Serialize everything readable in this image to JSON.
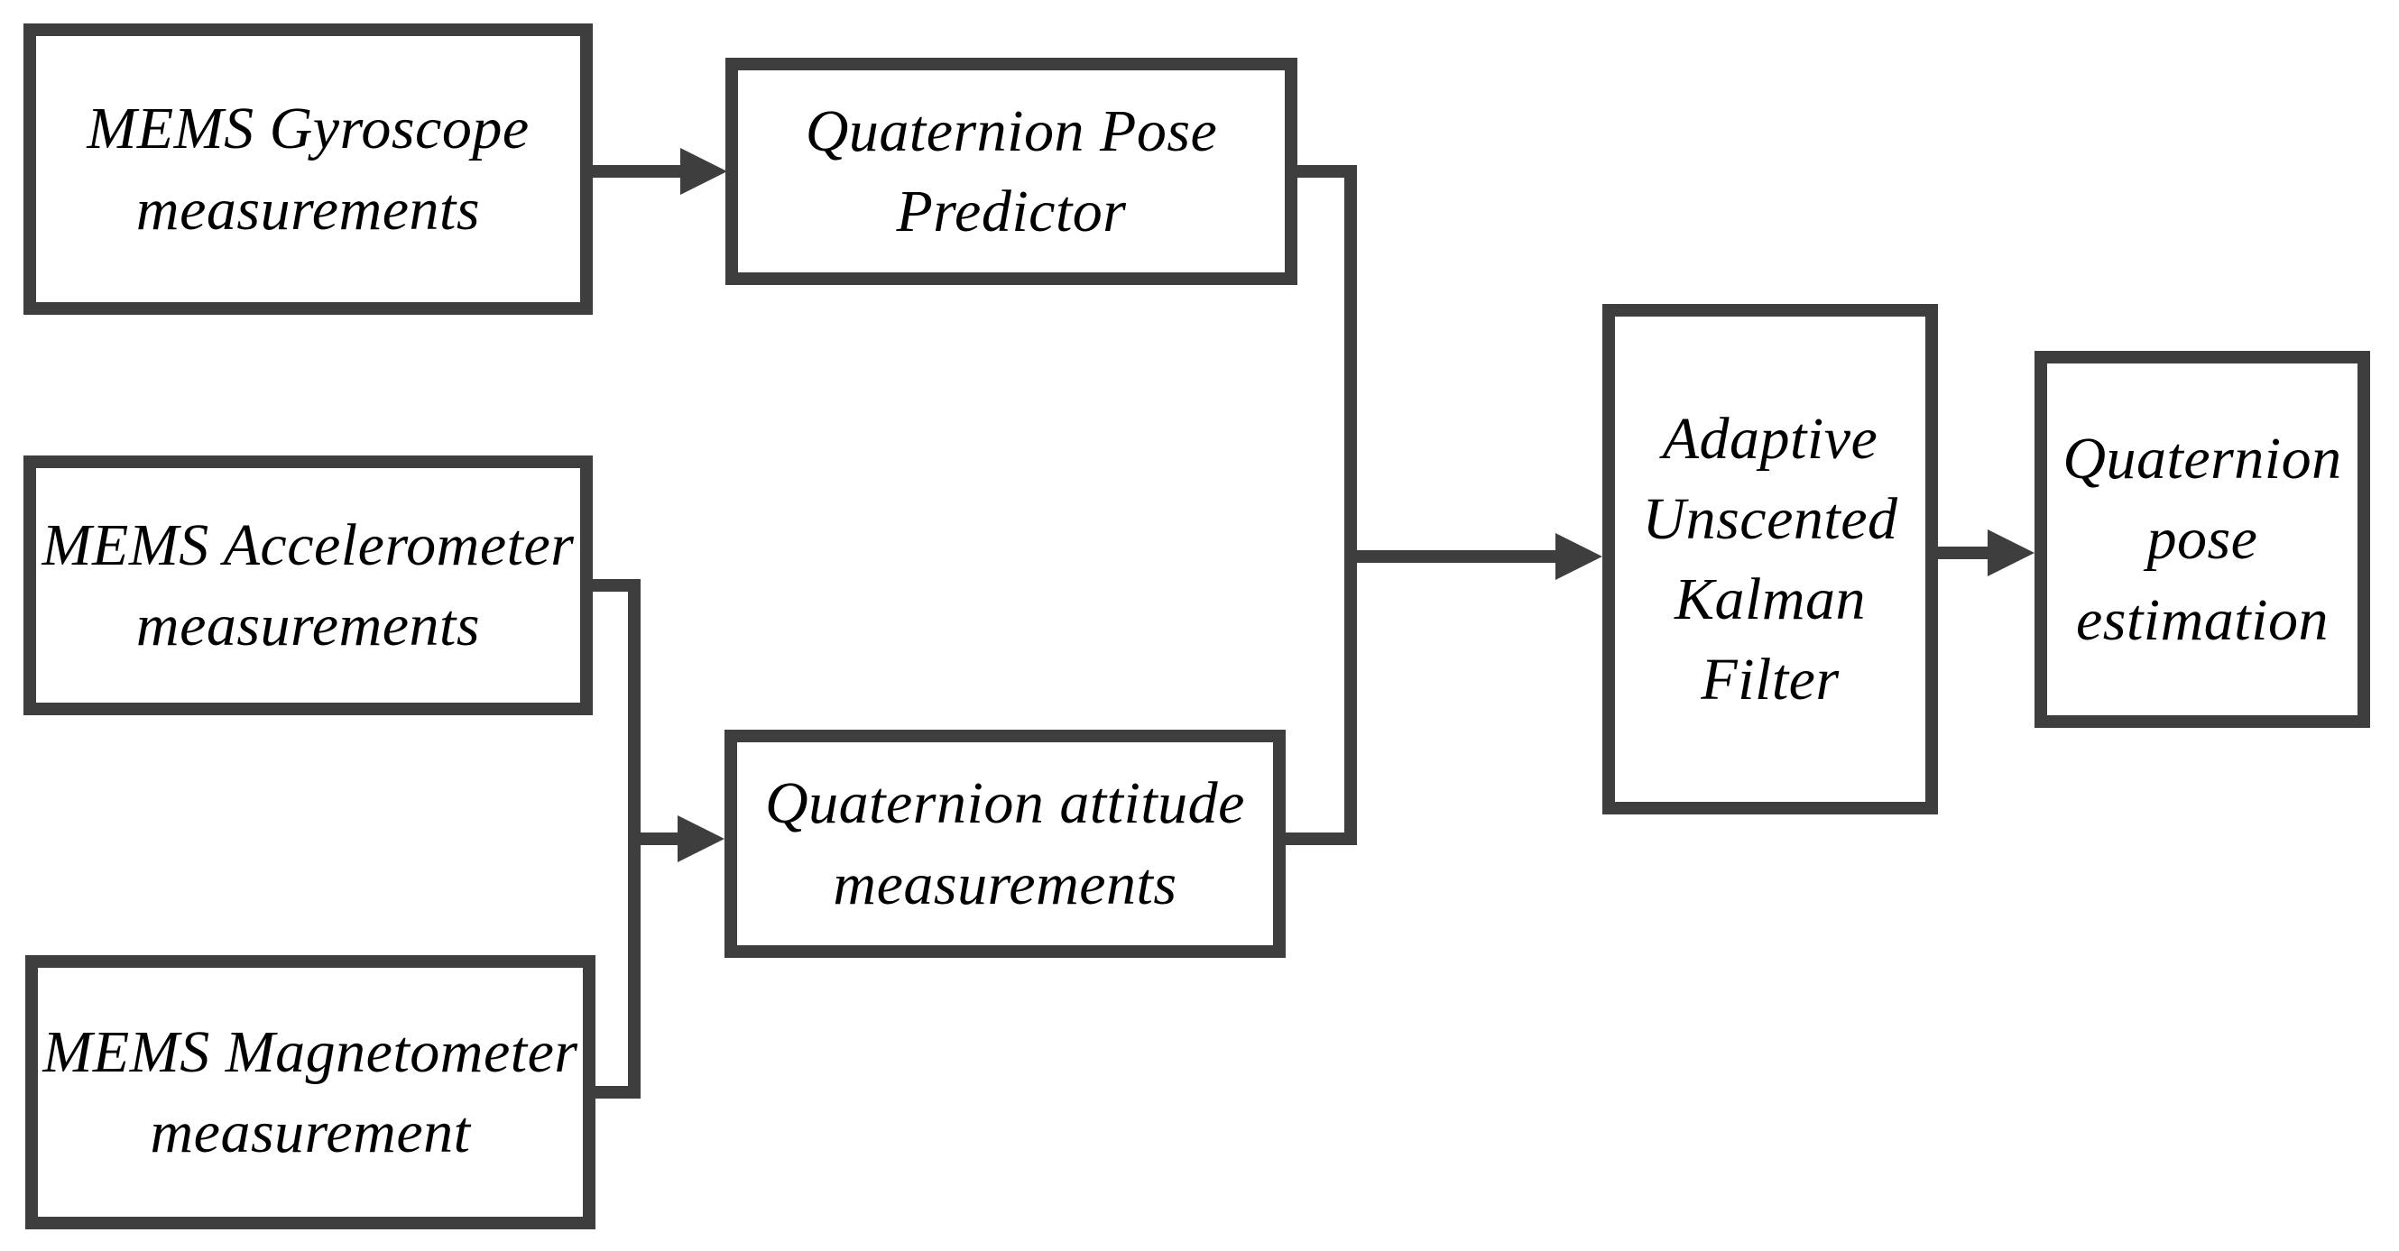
{
  "diagram": {
    "type": "flowchart",
    "colors": {
      "stroke": "#3e3e3e",
      "text": "#000000",
      "background": "#ffffff"
    },
    "boxes": [
      {
        "id": "mems-gyroscope-measurements",
        "label": "MEMS Gyroscope\nmeasurements"
      },
      {
        "id": "quaternion-pose-predictor",
        "label": "Quaternion Pose\nPredictor"
      },
      {
        "id": "mems-accelerometer-measurements",
        "label": "MEMS Accelerometer\nmeasurements"
      },
      {
        "id": "mems-magnetometer-measurement",
        "label": "MEMS Magnetometer\nmeasurement"
      },
      {
        "id": "quaternion-attitude-measurements",
        "label": "Quaternion attitude\nmeasurements"
      },
      {
        "id": "adaptive-unscented-kalman-filter",
        "label": "Adaptive\nUnscented\nKalman\nFilter"
      },
      {
        "id": "quaternion-pose-estimation",
        "label": "Quaternion\npose\nestimation"
      }
    ],
    "edges": [
      {
        "from": "mems-gyroscope-measurements",
        "to": "quaternion-pose-predictor"
      },
      {
        "from": "mems-accelerometer-measurements",
        "to": "quaternion-attitude-measurements"
      },
      {
        "from": "mems-magnetometer-measurement",
        "to": "quaternion-attitude-measurements"
      },
      {
        "from": "quaternion-pose-predictor",
        "to": "adaptive-unscented-kalman-filter"
      },
      {
        "from": "quaternion-attitude-measurements",
        "to": "adaptive-unscented-kalman-filter"
      },
      {
        "from": "adaptive-unscented-kalman-filter",
        "to": "quaternion-pose-estimation"
      }
    ]
  }
}
